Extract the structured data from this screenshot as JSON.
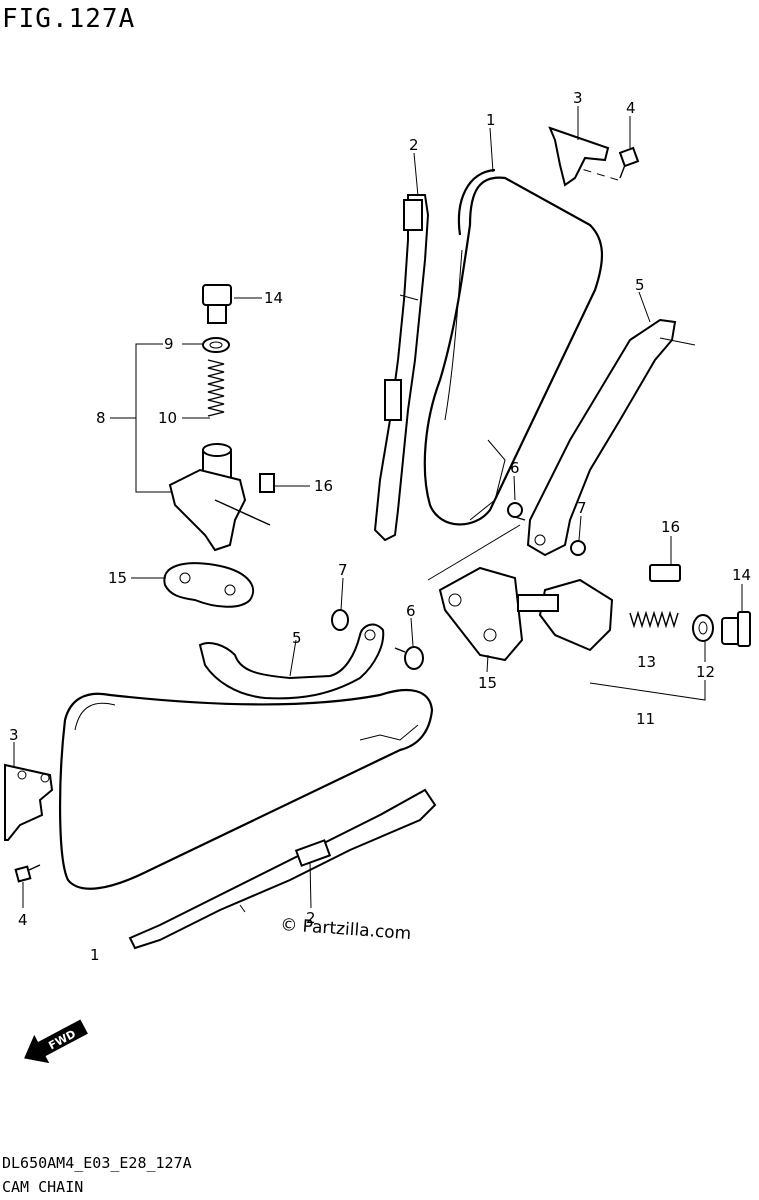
{
  "figure": {
    "title": "FIG.127A",
    "code": "DL650AM4_E03_E28_127A",
    "section": "CAM CHAIN",
    "watermark": "© Partzilla.com",
    "fwd_label": "FWD"
  },
  "callouts": {
    "c1a": "1",
    "c1b": "1",
    "c2a": "2",
    "c2b": "2",
    "c3a": "3",
    "c3b": "3",
    "c4a": "4",
    "c4b": "4",
    "c5a": "5",
    "c5b": "5",
    "c6a": "6",
    "c6b": "6",
    "c7a": "7",
    "c7b": "7",
    "c8": "8",
    "c9": "9",
    "c10": "10",
    "c11": "11",
    "c12": "12",
    "c13": "13",
    "c14a": "14",
    "c14b": "14",
    "c15a": "15",
    "c15b": "15",
    "c16a": "16",
    "c16b": "16"
  }
}
